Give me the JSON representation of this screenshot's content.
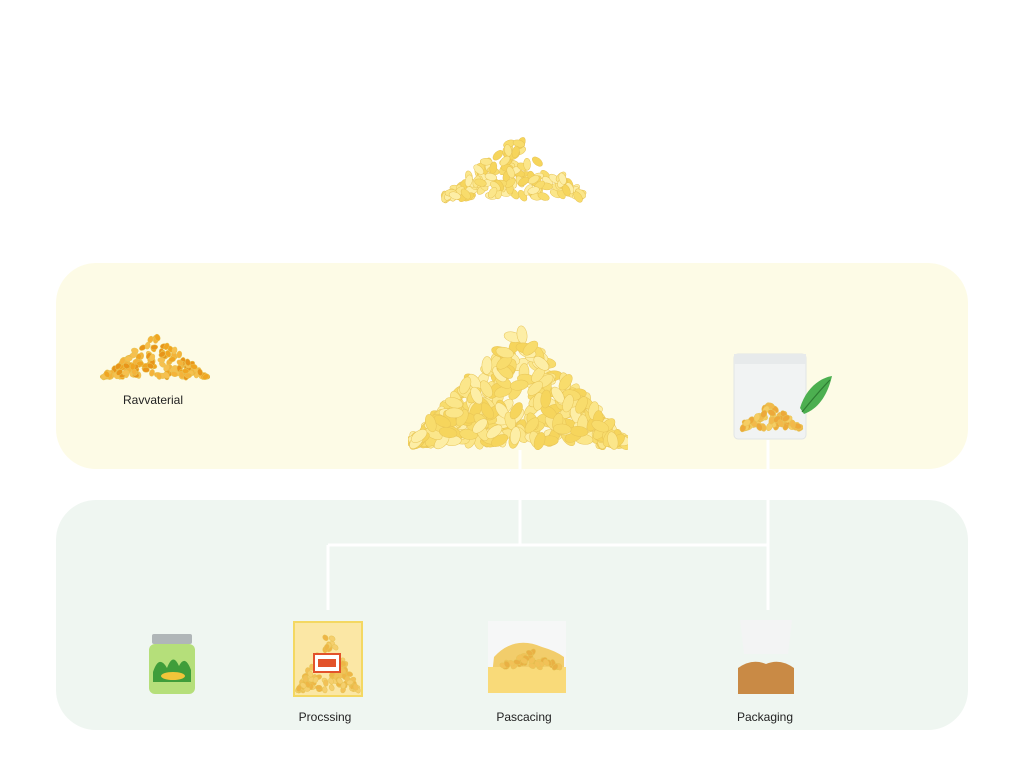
{
  "top_row": {
    "raw_material_label": "Ravvaterial"
  },
  "bottom_row": {
    "labels": [
      "Procssing",
      "Pascacing",
      "Packaging"
    ]
  },
  "colors": {
    "top_band": "#fdfbe6",
    "bottom_band": "#eff6f1",
    "grain_yellow": "#f7e07a",
    "grain_orange": "#f0a521",
    "leaf_green": "#4caf50",
    "brown": "#c98a45"
  },
  "icons": [
    "grain-pile-icon",
    "orange-lentil-pile-icon",
    "snack-bag-with-leaf-icon",
    "jar-icon",
    "snack-packet-icon",
    "bowl-icon",
    "sealed-container-icon"
  ]
}
